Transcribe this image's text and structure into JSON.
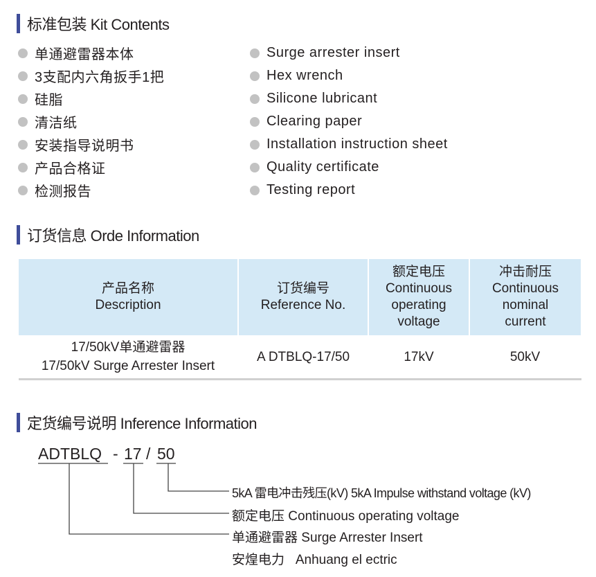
{
  "kit": {
    "title": "标准包装 Kit Contents",
    "cn": [
      "单通避雷器本体",
      "3支配内六角扳手1把",
      "硅脂",
      "清洁纸",
      "安装指导说明书",
      "产品合格证",
      "检测报告"
    ],
    "en": [
      "Surge arrester insert",
      "Hex wrench",
      "Silicone lubricant",
      "Clearing paper",
      "Installation instruction sheet",
      "Quality certificate",
      "Testing report"
    ]
  },
  "order": {
    "title": "订货信息 Orde Information",
    "headers": [
      [
        "产品名称",
        "Description"
      ],
      [
        "订货编号",
        "Reference  No."
      ],
      [
        "额定电压",
        "Continuous",
        "operating",
        "voltage"
      ],
      [
        "冲击耐压",
        "Continuous",
        "nominal",
        "current"
      ]
    ],
    "row": {
      "desc_cn": "17/50kV单通避雷器",
      "desc_en": "17/50kV Surge Arrester Insert",
      "ref": "A DTBLQ-17/50",
      "voltage": "17kV",
      "impulse": "50kV"
    }
  },
  "inference": {
    "title": "定货编号说明 Inference Information",
    "code": [
      "ADTBLQ",
      "-",
      "17",
      "/",
      "50"
    ],
    "lines": [
      "5kA 雷电冲击残压(kV) 5kA Impulse withstand voltage (kV)",
      "额定电压 Continuous operating voltage",
      "单通避雷器 Surge Arrester Insert",
      "安煌电力   Anhuang el ectric"
    ]
  }
}
